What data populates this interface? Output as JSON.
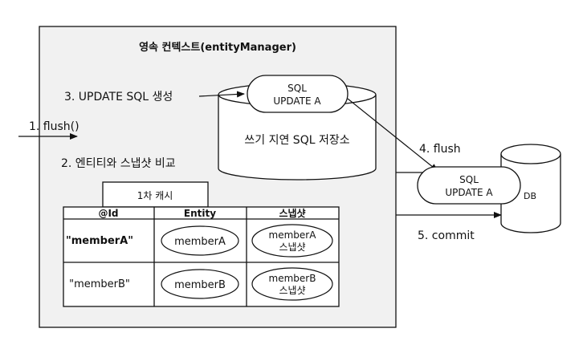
{
  "context": {
    "title": "영속 컨텍스트(entityManager)"
  },
  "steps": {
    "flush_call": "1. flush()",
    "compare": "2. 엔티티와 스냅샷 비교",
    "update_sql": "3. UPDATE SQL 생성",
    "flush": "4. flush",
    "commit": "5. commit"
  },
  "sql_store": {
    "label": "쓰기 지연 SQL 저장소",
    "sql_title": "SQL",
    "sql_stmt": "UPDATE A"
  },
  "db": {
    "label": "DB",
    "sql_title": "SQL",
    "sql_stmt": "UPDATE A"
  },
  "cache": {
    "title": "1차 캐시",
    "headers": [
      "@Id",
      "Entity",
      "스냅샷"
    ],
    "rows": [
      {
        "id": "\"memberA\"",
        "entity": "memberA",
        "snapshot_name": "memberA",
        "snapshot_label": "스냅샷"
      },
      {
        "id": "\"memberB\"",
        "entity": "memberB",
        "snapshot_name": "memberB",
        "snapshot_label": "스냅샷"
      }
    ]
  },
  "colors": {
    "panel_bg": "#f1f1f1",
    "line": "#111111",
    "white": "#ffffff"
  }
}
